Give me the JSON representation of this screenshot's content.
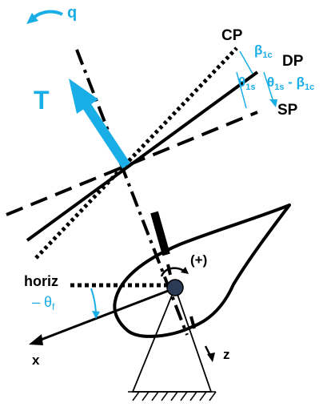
{
  "colors": {
    "ink": "#000000",
    "accent": "#1aaee6",
    "hub": "#2b3a55",
    "background": "#ffffff"
  },
  "icons": {
    "pitch_rate_arrow": "curved-arrow-icon",
    "hub": "rotor-hub-icon",
    "ground": "hatched-ground-icon"
  },
  "labels": {
    "pitch_rate": "q",
    "thrust": "T",
    "control_plane": "CP",
    "disk_plane": "DP",
    "shaft_plane": "SP",
    "beta_sym": "β",
    "beta_sub": "1c",
    "theta1s_sym": "θ",
    "theta1s_sub": "1s",
    "diff_theta_sym": "θ",
    "diff_theta_sub": "1s",
    "diff_sep": " - ",
    "diff_beta_sym": "β",
    "diff_beta_sub": "1c",
    "positive_sense": "(+)",
    "horizontal": "horiz",
    "pitch_angle_prefix": "– θ",
    "pitch_angle_sub": "f",
    "x_axis": "x",
    "z_axis": "z"
  }
}
